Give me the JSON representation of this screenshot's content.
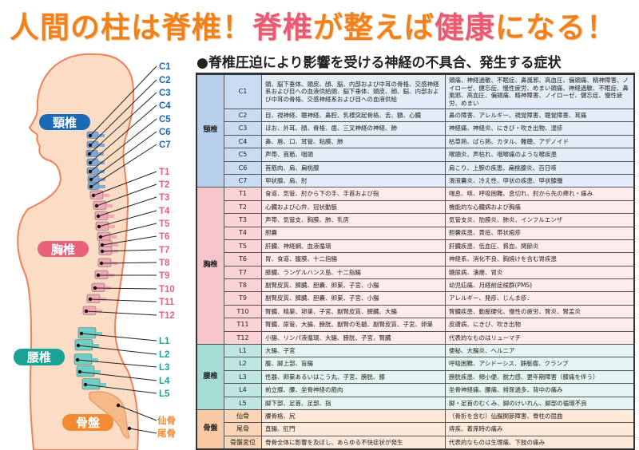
{
  "title": {
    "p1": "人間の柱は",
    "p2": "脊椎",
    "p3": "！",
    "p4": "脊椎",
    "p5": "が整えば",
    "p6": "健康",
    "p7": "になる！"
  },
  "subtitle": "●脊椎圧迫により影響を受ける神経の不具合、発生する症状",
  "colors": {
    "cervical": "#1a6ab5",
    "thoracic": "#e8607a",
    "lumbar": "#1aa394",
    "pelvis": "#f28a30",
    "title_orange": "#f0821e",
    "title_pink": "#e85a78"
  },
  "figure": {
    "badges": {
      "cervical": "頸椎",
      "thoracic": "胸椎",
      "lumbar": "腰椎",
      "pelvis": "骨盤"
    },
    "labels": [
      "C1",
      "C2",
      "C3",
      "C4",
      "C5",
      "C6",
      "C7",
      "T1",
      "T2",
      "T3",
      "T4",
      "T5",
      "T6",
      "T7",
      "T8",
      "T9",
      "T10",
      "T11",
      "T12",
      "L1",
      "L2",
      "L3",
      "L4",
      "L5",
      "仙骨",
      "尾骨"
    ]
  },
  "table": {
    "groups": [
      {
        "key": "c",
        "name": "頸椎",
        "rows": [
          {
            "level": "C1",
            "organs": "頭、脳下垂体、頭皮、顔、脳、内部および中耳の骨格、交感神経系および目への血液供給頭、脳下垂体、頭皮、顔、脳、内部および中耳の骨格、交感神経系および目への血液供給",
            "symptoms": "頭痛、神経過敏、不眠症、鼻風邪、高血圧、偏頭痛、精神障害、ノイローゼ、健忘症、慢性疲労、めまい頭痛、神経過敏、不眠症、鼻風邪、高血圧、偏頭痛、精神障害、ノイローゼ、健忘症、慢性疲労、めまい"
          },
          {
            "level": "C2",
            "organs": "目、視神経、聴神経、鼻腔、乳様突起骨格、舌、額、心臓",
            "symptoms": "鼻の障害、アレルギー、視覚障害、聴覚障害、耳痛"
          },
          {
            "level": "C3",
            "organs": "ほお、外耳、顔、骨格、歯、三叉神経の神経、肺",
            "symptoms": "神経痛、神経炎、にきび・吹き出物、湿疹"
          },
          {
            "level": "C4",
            "organs": "鼻、唇、口、耳管、粘膜、肺",
            "symptoms": "枯草熱、ばら熱、カタル、難聴、アデノイド"
          },
          {
            "level": "C5",
            "organs": "声帯、首筋、咽頭",
            "symptoms": "喉頭炎、声枯れ、咽喉痛のような喉疾患"
          },
          {
            "level": "C6",
            "organs": "首筋肉、肩、扁桃腺",
            "symptoms": "肩こり、上腕の疾患、扁桃腺炎、百日咳"
          },
          {
            "level": "C7",
            "organs": "甲状腺、肩、肘",
            "symptoms": "滑液嚢炎、冷え性、甲状の疾患、甲状腺腫"
          }
        ]
      },
      {
        "key": "t",
        "name": "胸椎",
        "rows": [
          {
            "level": "T1",
            "organs": "食道、気管、肘から下の手、手首および指",
            "symptoms": "喘息、咳、呼吸困難、息切れ、肘から先の痺れ・痛み"
          },
          {
            "level": "T2",
            "organs": "心臓および心弁、冠状動脈",
            "symptoms": "機能的な心臓病および胸痛"
          },
          {
            "level": "T3",
            "organs": "声帯、気管支、胸膜、肺、乳房",
            "symptoms": "気管支炎、肋膜炎、肺炎、インフルエンザ"
          },
          {
            "level": "T4",
            "organs": "胆嚢",
            "symptoms": "胆嚢疾患、黄疸、帯状疱疹"
          },
          {
            "level": "T5",
            "organs": "肝臓、神経網、血液循環",
            "symptoms": "肝臓疾患、低血圧、貧血、関節炎"
          },
          {
            "level": "T6",
            "organs": "胃、食道、腹膜、十二指腸",
            "symptoms": "神経系、消化不良、胸焼けを含む胃疾患"
          },
          {
            "level": "T7",
            "organs": "膵臓、ランゲルハンス島、十二指腸",
            "symptoms": "糖尿病、潰瘍、胃炎"
          },
          {
            "level": "T8",
            "organs": "副腎皮質、脾臓、胆嚢、卵巣、子宮、小腸",
            "symptoms": "幼児疝痛、月経前症候群(PMS)"
          },
          {
            "level": "T9",
            "organs": "副腎皮質、脾臓、胆嚢、卵巣、子宮、小腸",
            "symptoms": "アレルギー、発疹、じんま疹．"
          },
          {
            "level": "T10",
            "organs": "腎臓、精巣、卵巣、子宮、副腎皮質、脾臓、大腸",
            "symptoms": "腎臓疾患、動脈硬化、慢性の疲労、腎炎、腎盂炎"
          },
          {
            "level": "T11",
            "organs": "腎臓、尿管、大腸、膀胱、副腎の毛髄、副腎皮質、子宮、卵巣",
            "symptoms": "皮膚病、にきび、吹き出物"
          },
          {
            "level": "T12",
            "organs": "小腸、リンパ液循環、大腸、膀胱、子宮、腎臓",
            "symptoms": "代表的なものはリューマチ"
          }
        ]
      },
      {
        "key": "l",
        "name": "腰椎",
        "rows": [
          {
            "level": "L1",
            "organs": "大腸、子宮",
            "symptoms": "便秘、大腸炎、ヘルニア"
          },
          {
            "level": "L2",
            "organs": "腹、脚上部、盲腸",
            "symptoms": "呼吸困難、アシドーシス、静脈瘤、クランプ"
          },
          {
            "level": "L3",
            "organs": "性器、卵巣あるいはこう丸、子宮、膀胱、膝",
            "symptoms": "膀胱疾患、頻小便、脱力感、更年期障害（膝痛を伴う）"
          },
          {
            "level": "L4",
            "organs": "前立腺、腰、坐骨神経の筋肉",
            "symptoms": "坐骨神経痛、腰痛、排尿過多、背中の痛み"
          },
          {
            "level": "L5",
            "organs": "脚下部、足首、足部、指",
            "symptoms": "脚・足首のむくみ、脚のけいれん、脚部の循環不良"
          }
        ]
      },
      {
        "key": "p",
        "name": "骨盤",
        "rows": [
          {
            "level": "仙骨",
            "organs": "腰骨格、尻",
            "symptoms": "（骨折を含む）仙腸関節障害、脊柱の屈曲"
          },
          {
            "level": "尾骨",
            "organs": "直腸、肛門",
            "symptoms": "痔疾、着席時の痛み"
          },
          {
            "level": "骨盤変位",
            "organs": "脊骨全体に影響を及ぼし、あらゆる不快症状が発生",
            "symptoms": "代表的なものは生理痛、下肢の痛み"
          }
        ]
      }
    ]
  }
}
